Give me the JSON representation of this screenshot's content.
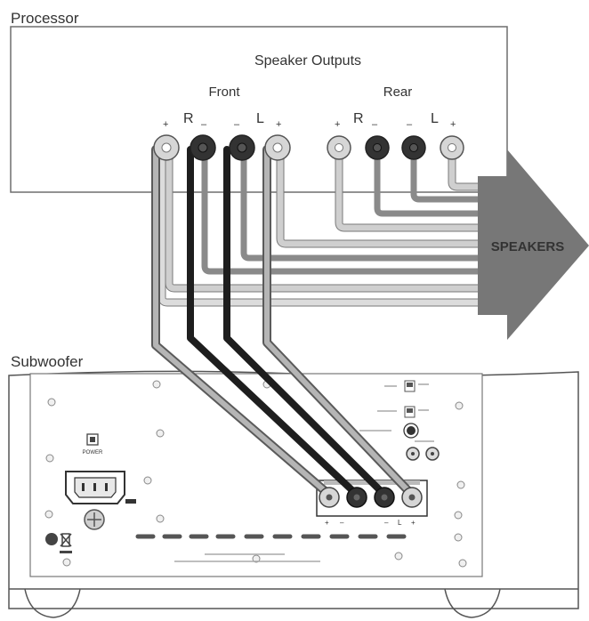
{
  "processor": {
    "title": "Processor",
    "outputs_label": "Speaker Outputs",
    "front_label": "Front",
    "rear_label": "Rear",
    "right_label": "R",
    "left_label": "L",
    "plus": "+",
    "minus": "–"
  },
  "arrow": {
    "label": "SPEAKERS"
  },
  "subwoofer": {
    "title": "Subwoofer",
    "power_label": "POWER",
    "input_plus": "+",
    "input_minus": "–",
    "input_left": "L"
  },
  "colors": {
    "frame": "#6e6e6e",
    "arrow_fill": "#777777",
    "arrow_text": "#ffffff",
    "wire_dark": "#1e1e1e",
    "wire_mid": "#8a8a8a",
    "wire_light": "#c4c4c4",
    "terminal_light": "#d6d6d6",
    "terminal_dark": "#333333"
  }
}
